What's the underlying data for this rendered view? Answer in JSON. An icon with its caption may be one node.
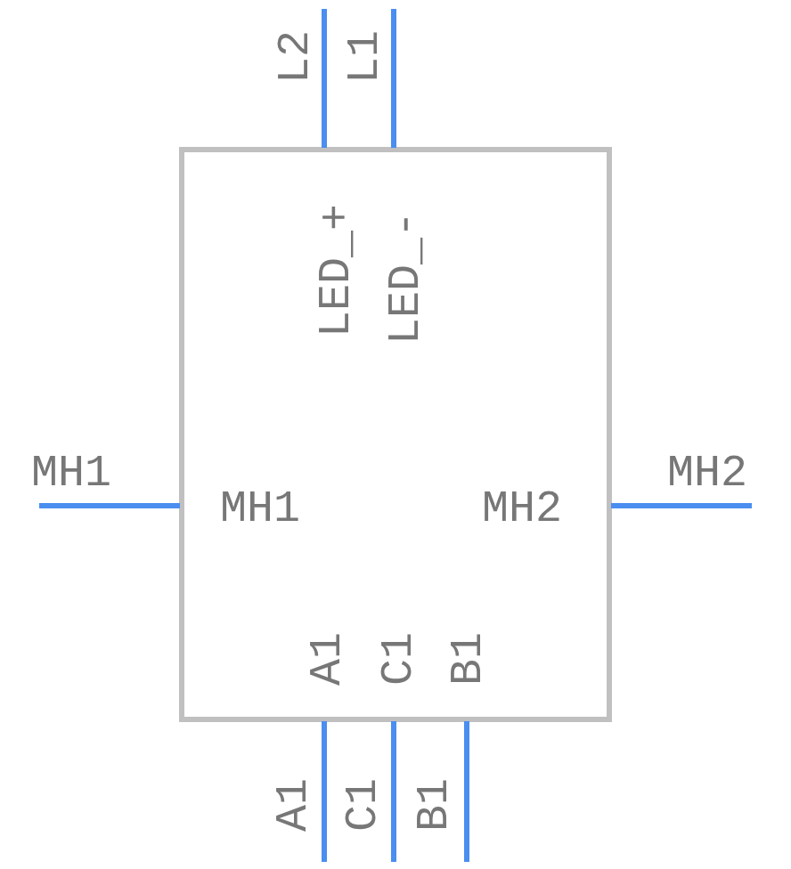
{
  "diagram": {
    "labels": [
      "L2",
      "L1",
      "LED_+",
      "LED_-",
      "MH1",
      "MH1",
      "MH2",
      "MH2",
      "A1",
      "C1",
      "B1",
      "A1",
      "C1",
      "B1"
    ]
  }
}
